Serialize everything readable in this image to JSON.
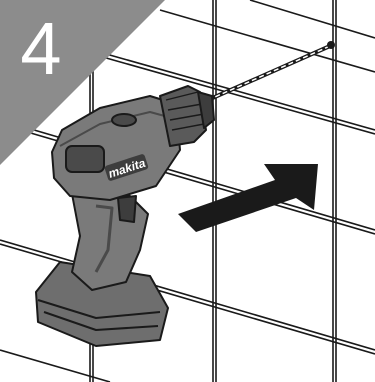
{
  "step_number": "4",
  "brand_text": "makita",
  "colors": {
    "corner": "#8c8c8c",
    "tile_line": "#1a1a1a",
    "drill_body": "#7a7a7a",
    "drill_dark": "#4a4a4a",
    "arrow": "#1a1a1a"
  },
  "icons": [
    "drill-illustration",
    "direction-arrow-icon",
    "wall-tiles"
  ]
}
